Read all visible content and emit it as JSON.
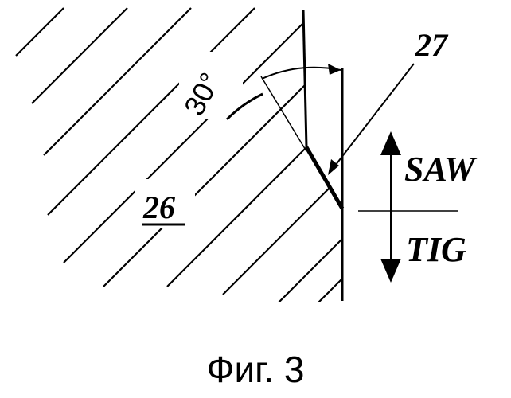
{
  "angle_label": "30°",
  "part_27_label": "27",
  "part_26_label": "26",
  "upper_process_label": "SAW",
  "lower_process_label": "TIG",
  "caption": "Фиг. 3"
}
